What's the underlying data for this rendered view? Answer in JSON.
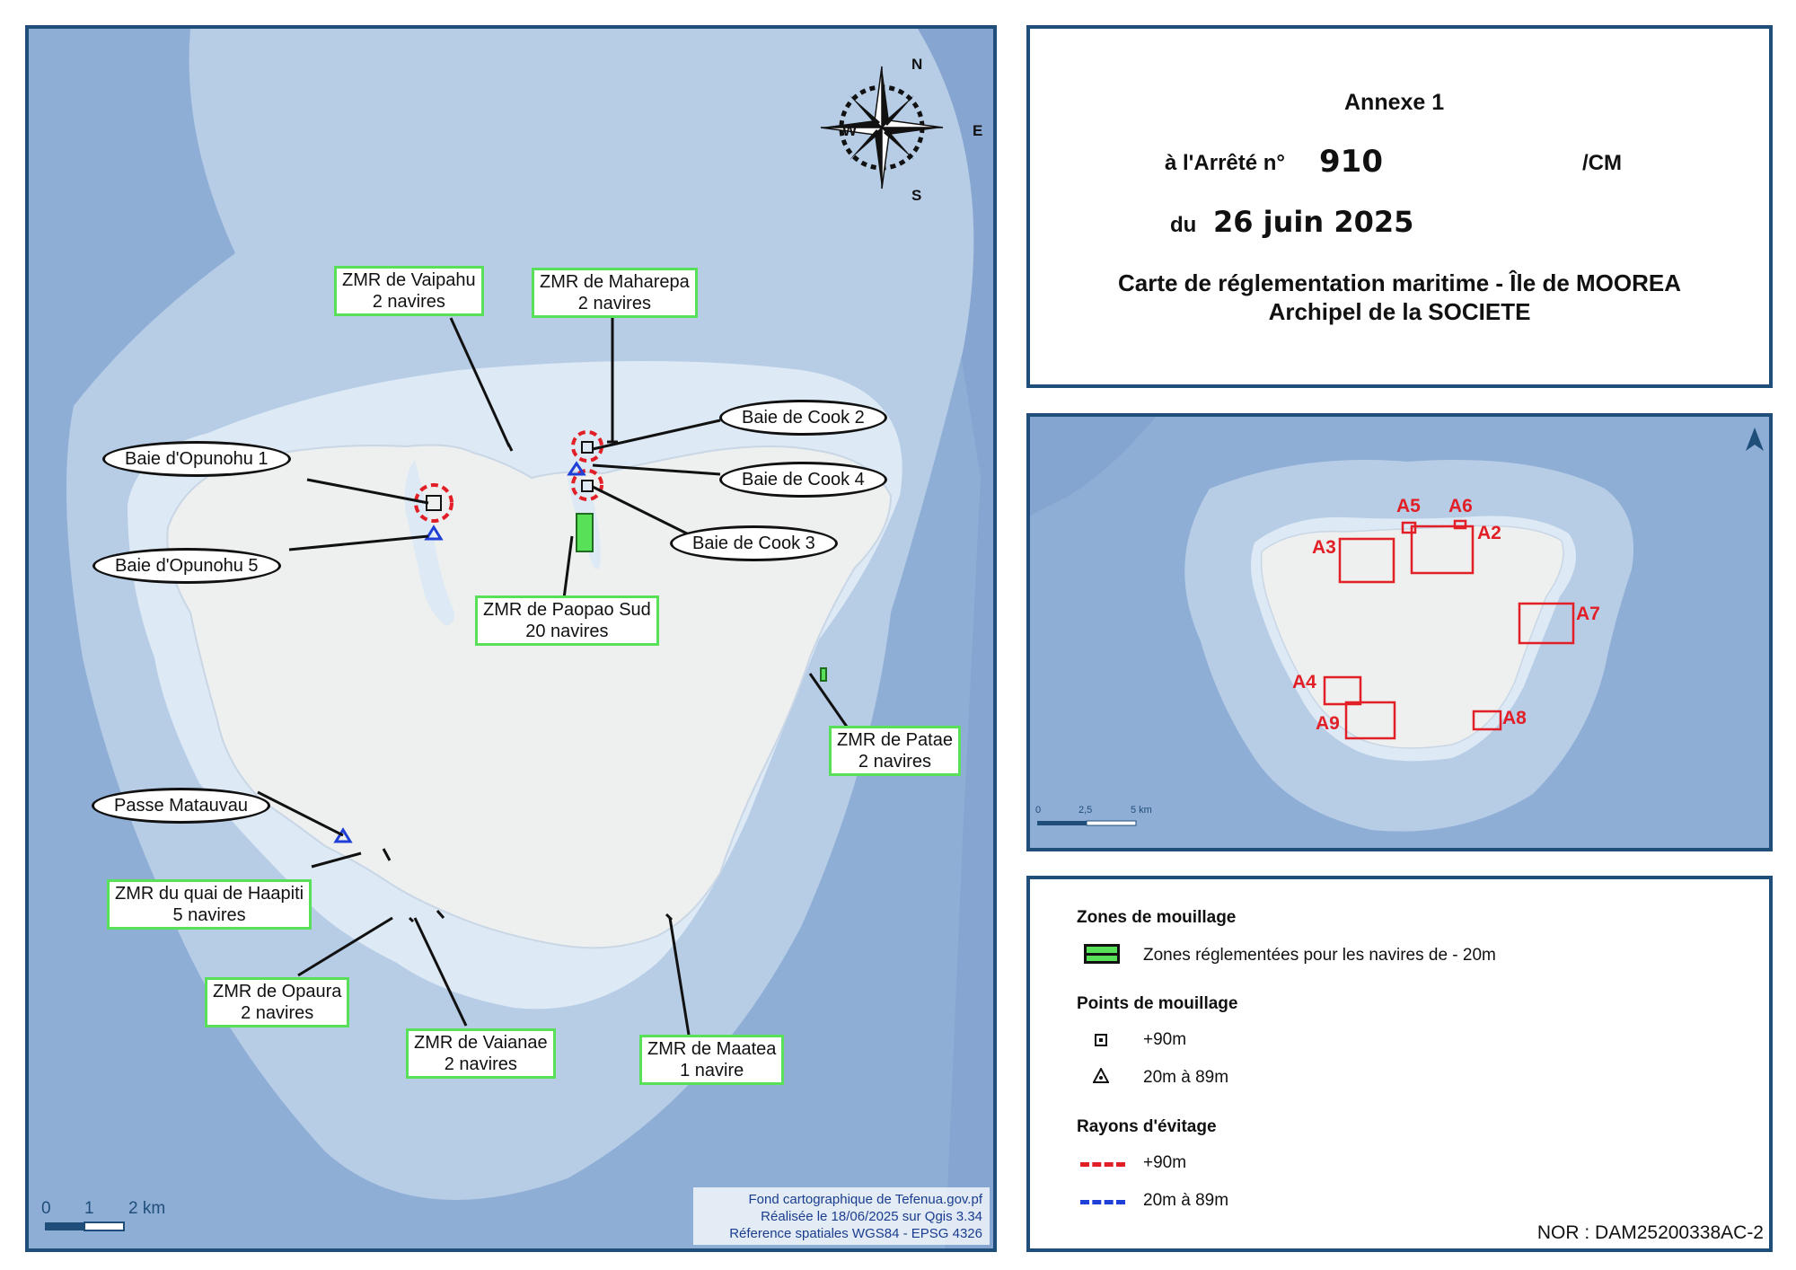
{
  "title": {
    "annexe": "Annexe 1",
    "arrete_prefix": "à l'Arrêté n°",
    "arrete_number": "910",
    "arrete_suffix": "/CM",
    "date_prefix": "du",
    "date": "26 juin 2025",
    "map_title_line1": "Carte de réglementation maritime -  Île de MOOREA",
    "map_title_line2": "Archipel de la SOCIETE"
  },
  "compass": {
    "n": "N",
    "s": "S",
    "e": "E",
    "w": "W"
  },
  "zmr_labels": [
    {
      "name": "ZMR de Vaipahu",
      "detail": "2 navires"
    },
    {
      "name": "ZMR de Maharepa",
      "detail": "2 navires"
    },
    {
      "name": "ZMR de Paopao Sud",
      "detail": "20 navires"
    },
    {
      "name": "ZMR de Patae",
      "detail": "2 navires"
    },
    {
      "name": "ZMR du quai de Haapiti",
      "detail": "5 navires"
    },
    {
      "name": "ZMR de Opaura",
      "detail": "2 navires"
    },
    {
      "name": "ZMR de Vaianae",
      "detail": "2 navires"
    },
    {
      "name": "ZMR de Maatea",
      "detail": "1 navire"
    }
  ],
  "point_labels": [
    "Baie d'Opunohu 1",
    "Baie d'Opunohu 5",
    "Baie de Cook 2",
    "Baie de Cook 4",
    "Baie de Cook 3",
    "Passe Matauvau"
  ],
  "scale_main": {
    "labels": [
      "0",
      "1",
      "2 km"
    ]
  },
  "credits": [
    "Fond cartographique de Tefenua.gov.pf",
    "Réalisée le 18/06/2025  sur Qgis 3.34",
    "Réference spatiales WGS84 - EPSG 4326"
  ],
  "inset": {
    "areas": [
      "A5",
      "A6",
      "A3",
      "A2",
      "A7",
      "A4",
      "A9",
      "A8"
    ],
    "scale_labels": [
      "0",
      "2,5",
      "5 km"
    ]
  },
  "legend": {
    "zones_title": "Zones de mouillage",
    "zones_item": "Zones réglementées pour les navires de - 20m",
    "points_title": "Points de mouillage",
    "points_item1": "+90m",
    "points_item2": "20m à 89m",
    "rayons_title": "Rayons d'évitage",
    "rayons_item1": "+90m",
    "rayons_item2": "20m à 89m"
  },
  "nor": "NOR : DAM25200338AC-2",
  "colors": {
    "ocean_deep": "#8faed6",
    "ocean_mid": "#b7cde6",
    "lagoon": "#dde9f5",
    "land": "#edf0ee",
    "frame": "#1f4e7a",
    "zmr_green": "#59e059",
    "avoid_red": "#e21f26",
    "avoid_blue": "#1f3fd6"
  }
}
